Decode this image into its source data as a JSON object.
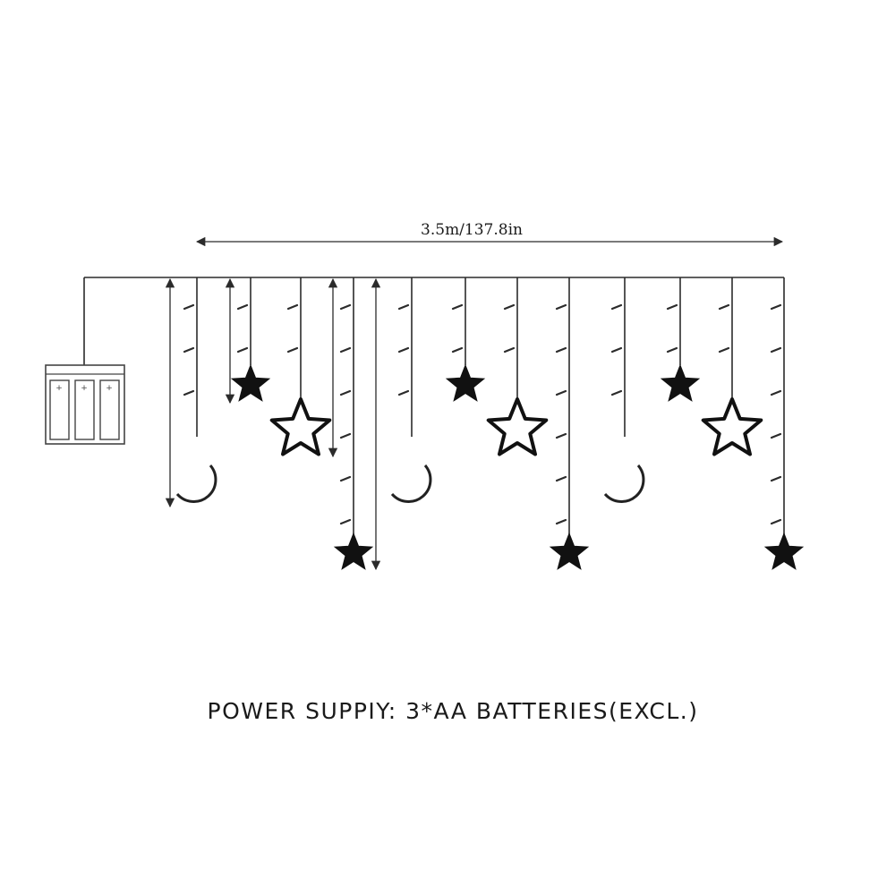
{
  "dimension": {
    "width_label": "3.5m/137.8in"
  },
  "caption": {
    "text": "POWER SUPPIY: 3*AA BATTERIES(EXCL.)"
  },
  "battery_box": {
    "cell_count": 3,
    "icon": "battery-box-icon"
  },
  "strands": [
    {
      "id": "strand-1",
      "shape": "moon"
    },
    {
      "id": "strand-2",
      "shape": "star-filled"
    },
    {
      "id": "strand-3",
      "shape": "star-outline"
    },
    {
      "id": "strand-4",
      "shape": "star-filled"
    },
    {
      "id": "strand-5",
      "shape": "moon"
    },
    {
      "id": "strand-6",
      "shape": "star-filled"
    },
    {
      "id": "strand-7",
      "shape": "star-outline"
    },
    {
      "id": "strand-8",
      "shape": "star-filled"
    },
    {
      "id": "strand-9",
      "shape": "moon"
    },
    {
      "id": "strand-10",
      "shape": "star-filled"
    },
    {
      "id": "strand-11",
      "shape": "star-outline"
    },
    {
      "id": "strand-12",
      "shape": "star-filled"
    }
  ],
  "colors": {
    "line": "#2b2b2b",
    "fill": "#111111",
    "background": "#ffffff"
  }
}
